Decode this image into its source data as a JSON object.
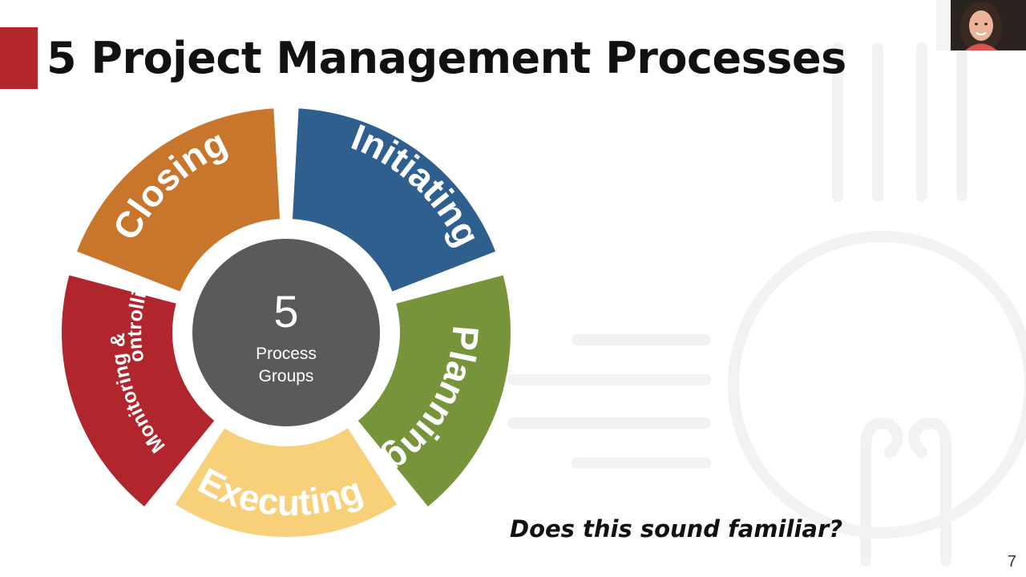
{
  "slide": {
    "title": "5 Project Management Processes",
    "question": "Does this sound familiar?",
    "page_number": "7"
  },
  "diagram": {
    "center": {
      "number": "5",
      "line1": "Process",
      "line2": "Groups",
      "color": "#5a5a5a"
    },
    "segments": [
      {
        "id": "initiating",
        "label": "Initiating",
        "color": "#2e5f8f"
      },
      {
        "id": "planning",
        "label": "Planning",
        "color": "#77943a"
      },
      {
        "id": "executing",
        "label": "Executing",
        "color": "#f8d07a"
      },
      {
        "id": "monitoring",
        "label_line1": "Monitoring &",
        "label_line2": "Controlling",
        "color": "#b1262d"
      },
      {
        "id": "closing",
        "label": "Closing",
        "color": "#c8762c"
      }
    ]
  },
  "colors": {
    "accent": "#b5252c",
    "title": "#111111"
  },
  "webcam": {
    "icon": "presenter-avatar"
  }
}
